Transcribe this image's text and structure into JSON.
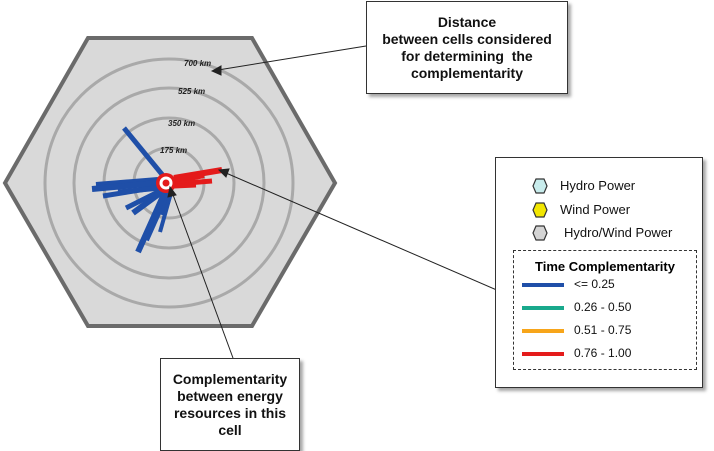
{
  "rings": {
    "r175": "175 km",
    "r350": "350 km",
    "r525": "525 km",
    "r700": "700 km"
  },
  "callouts": {
    "distance": [
      "Distance",
      "between cells considered",
      "for determining  the",
      "complementarity"
    ],
    "complementarity": [
      "Complementarity",
      "between energy",
      "resources in this",
      "cell"
    ]
  },
  "legend": {
    "resource_types": [
      {
        "label": "Hydro Power",
        "color": "#c8ecec"
      },
      {
        "label": "Wind Power",
        "color": "#f2e600"
      },
      {
        "label": "Hydro/Wind Power",
        "color": "#d4d4d4"
      }
    ],
    "time_complementarity": {
      "title": "Time Complementarity",
      "items": [
        {
          "label": "<= 0.25",
          "color": "#1f4fa8"
        },
        {
          "label": "0.26 - 0.50",
          "color": "#19a98c"
        },
        {
          "label": "0.51 - 0.75",
          "color": "#f7a51a"
        },
        {
          "label": "0.76 - 1.00",
          "color": "#e41b1b"
        }
      ]
    }
  },
  "colors": {
    "hexagon_fill": "#d9d9d9",
    "hexagon_stroke": "#6b6b6b",
    "ring_stroke": "#a9a9a9",
    "blue": "#1f4fa8",
    "red": "#e41b1b"
  }
}
